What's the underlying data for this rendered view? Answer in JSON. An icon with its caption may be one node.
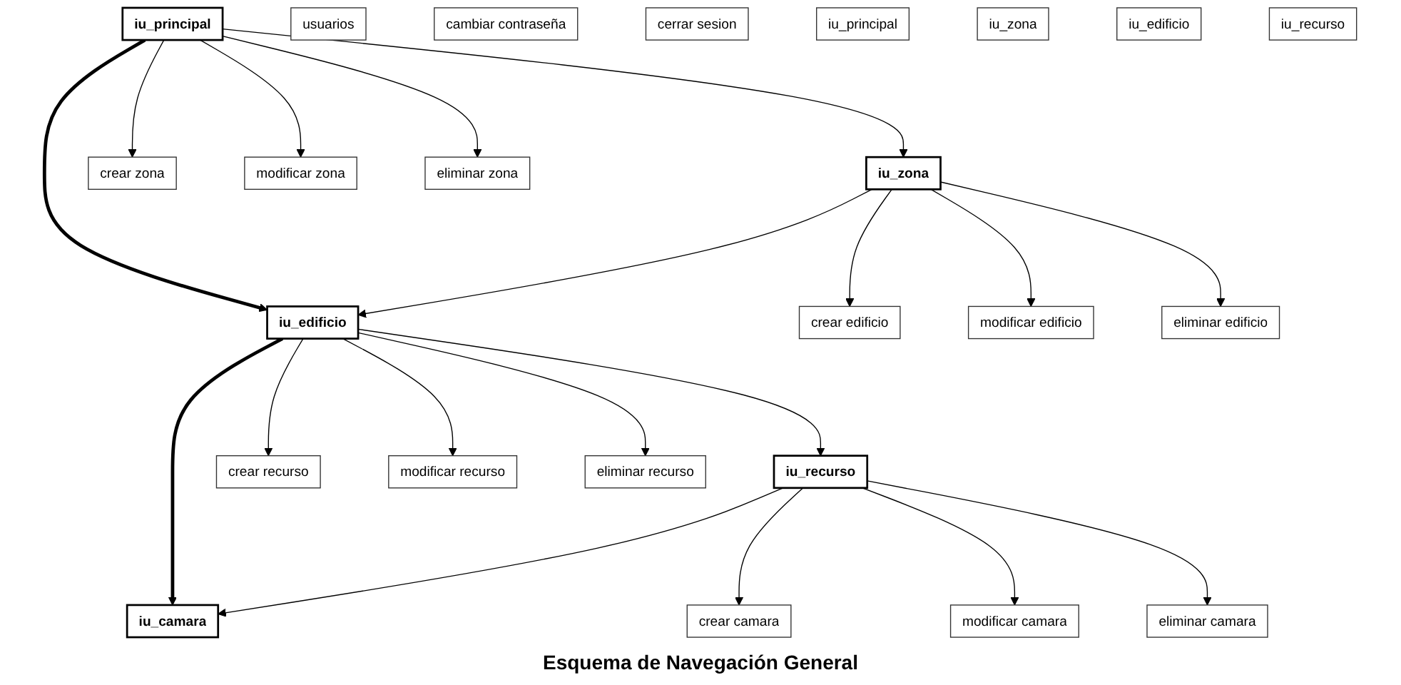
{
  "diagram": {
    "caption": "Esquema de Navegación General",
    "nodes": [
      {
        "text": [
          "usuarios"
        ]
      },
      {
        "text": [
          "cambiar contraseña"
        ]
      },
      {
        "text": [
          "cerrar sesion"
        ]
      },
      {
        "text": [
          "iu_principal"
        ]
      },
      {
        "text": [
          "iu_zona"
        ]
      },
      {
        "text": [
          "iu_edificio"
        ]
      },
      {
        "text": [
          "iu_recurso"
        ]
      },
      {
        "text": [
          "iu_principal"
        ]
      },
      {
        "text": [
          "iu_zona"
        ]
      },
      {
        "text": [
          "crear zona"
        ]
      },
      {
        "text": [
          "modificar zona"
        ]
      },
      {
        "text": [
          "eliminar zona"
        ]
      },
      {
        "text": [
          "iu_edificio"
        ]
      },
      {
        "text": [
          "crear edificio"
        ]
      },
      {
        "text": [
          "modificar edificio"
        ]
      },
      {
        "text": [
          "eliminar edificio"
        ]
      },
      {
        "text": [
          "iu_recurso"
        ]
      },
      {
        "text": [
          "crear recurso"
        ]
      },
      {
        "text": [
          "modificar recurso"
        ]
      },
      {
        "text": [
          "eliminar recurso"
        ]
      },
      {
        "text": [
          "iu_camara"
        ]
      },
      {
        "text": [
          "crear camara"
        ]
      },
      {
        "text": [
          "modificar camara"
        ]
      },
      {
        "text": [
          "eliminar camara"
        ]
      }
    ],
    "edges": [
      {
        "from": 7,
        "to": 8,
        "arrow": "to"
      },
      {
        "from": 7,
        "to": 9,
        "arrow": "to"
      },
      {
        "from": 7,
        "to": 10,
        "arrow": "to"
      },
      {
        "from": 7,
        "to": 11,
        "arrow": "to"
      },
      {
        "from": 7,
        "to": 12,
        "arrow": "to",
        "style": "thick"
      },
      {
        "from": 8,
        "to": 12,
        "arrow": "to"
      },
      {
        "from": 8,
        "to": 13,
        "arrow": "to"
      },
      {
        "from": 8,
        "to": 14,
        "arrow": "to"
      },
      {
        "from": 8,
        "to": 15,
        "arrow": "to"
      },
      {
        "from": 12,
        "to": 16,
        "arrow": "to"
      },
      {
        "from": 12,
        "to": 17,
        "arrow": "to"
      },
      {
        "from": 12,
        "to": 18,
        "arrow": "to"
      },
      {
        "from": 12,
        "to": 19,
        "arrow": "to"
      },
      {
        "from": 12,
        "to": 20,
        "arrow": "to",
        "style": "thick"
      },
      {
        "from": 16,
        "to": 20,
        "arrow": "to"
      },
      {
        "from": 16,
        "to": 21,
        "arrow": "to"
      },
      {
        "from": 16,
        "to": 22,
        "arrow": "to"
      },
      {
        "from": 16,
        "to": 23,
        "arrow": "to"
      }
    ]
  }
}
